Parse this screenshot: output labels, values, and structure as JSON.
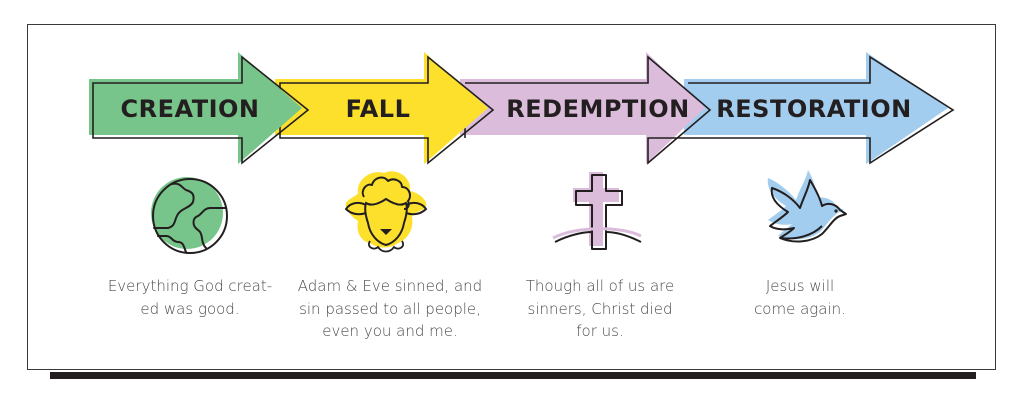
{
  "title": "Gospel Story Timeline",
  "colors": {
    "creation": "#77c58a",
    "fall": "#fde02b",
    "redemption": "#dbbddb",
    "restoration": "#a3cdee",
    "outline": "#231f20",
    "text": "#4a4a4a"
  },
  "stages": [
    {
      "label": "CREATION",
      "icon": "globe-icon",
      "description_lines": [
        "Everything God creat-",
        "ed was good."
      ]
    },
    {
      "label": "FALL",
      "icon": "sheep-icon",
      "description_lines": [
        "Adam & Eve sinned, and",
        "sin passed to all people,",
        "even you and me."
      ]
    },
    {
      "label": "REDEMPTION",
      "icon": "cross-icon",
      "description_lines": [
        "Though all of us are",
        "sinners, Christ died",
        "for us."
      ]
    },
    {
      "label": "RESTORATION",
      "icon": "dove-icon",
      "description_lines": [
        "Jesus will",
        "come again."
      ]
    }
  ]
}
